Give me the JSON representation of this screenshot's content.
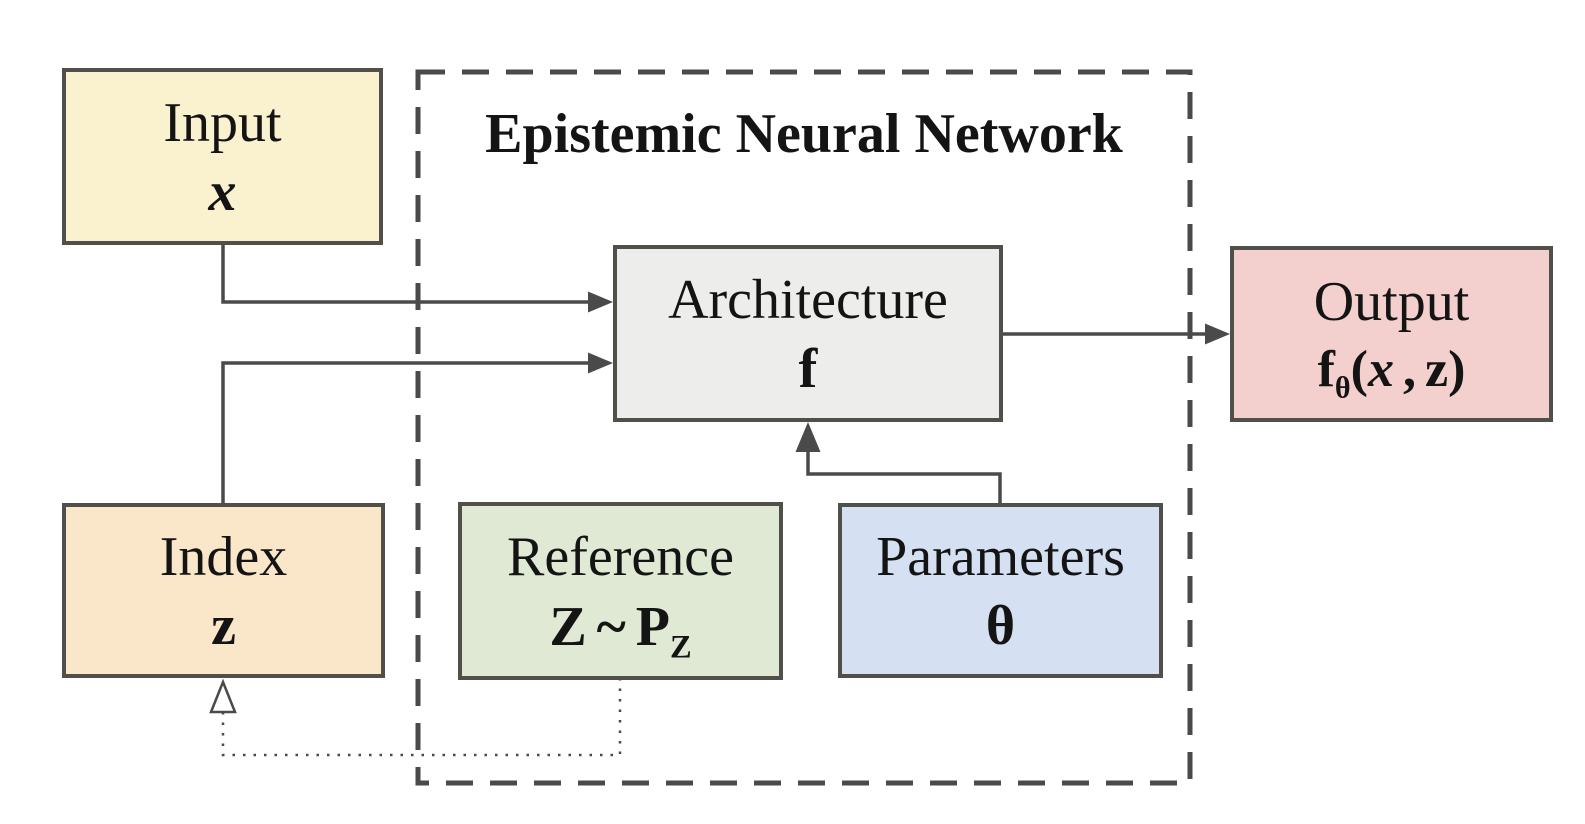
{
  "title": "Epistemic Neural Network",
  "boxes": {
    "input": {
      "label": "Input",
      "symbol": "x"
    },
    "index": {
      "label": "Index",
      "symbol": "z"
    },
    "reference": {
      "label": "Reference",
      "formula": {
        "variable": "Z",
        "relation": "~",
        "distribution": "P",
        "subscript": "Z"
      }
    },
    "parameters": {
      "label": "Parameters",
      "symbol": "θ"
    },
    "architecture": {
      "label": "Architecture",
      "symbol": "f"
    },
    "output": {
      "label": "Output",
      "formula": {
        "function": "f",
        "subscript": "θ",
        "open_paren": "(",
        "arg1": "x",
        "separator": ",",
        "arg2": "z",
        "close_paren": ")"
      }
    }
  },
  "colors": {
    "input_fill": "#faf2ce",
    "index_fill": "#fae6c8",
    "reference_fill": "#dfe9d3",
    "parameters_fill": "#d5e1f2",
    "architecture_fill": "#ededeb",
    "output_fill": "#f3cfcd",
    "line": "#4a4a4a"
  }
}
